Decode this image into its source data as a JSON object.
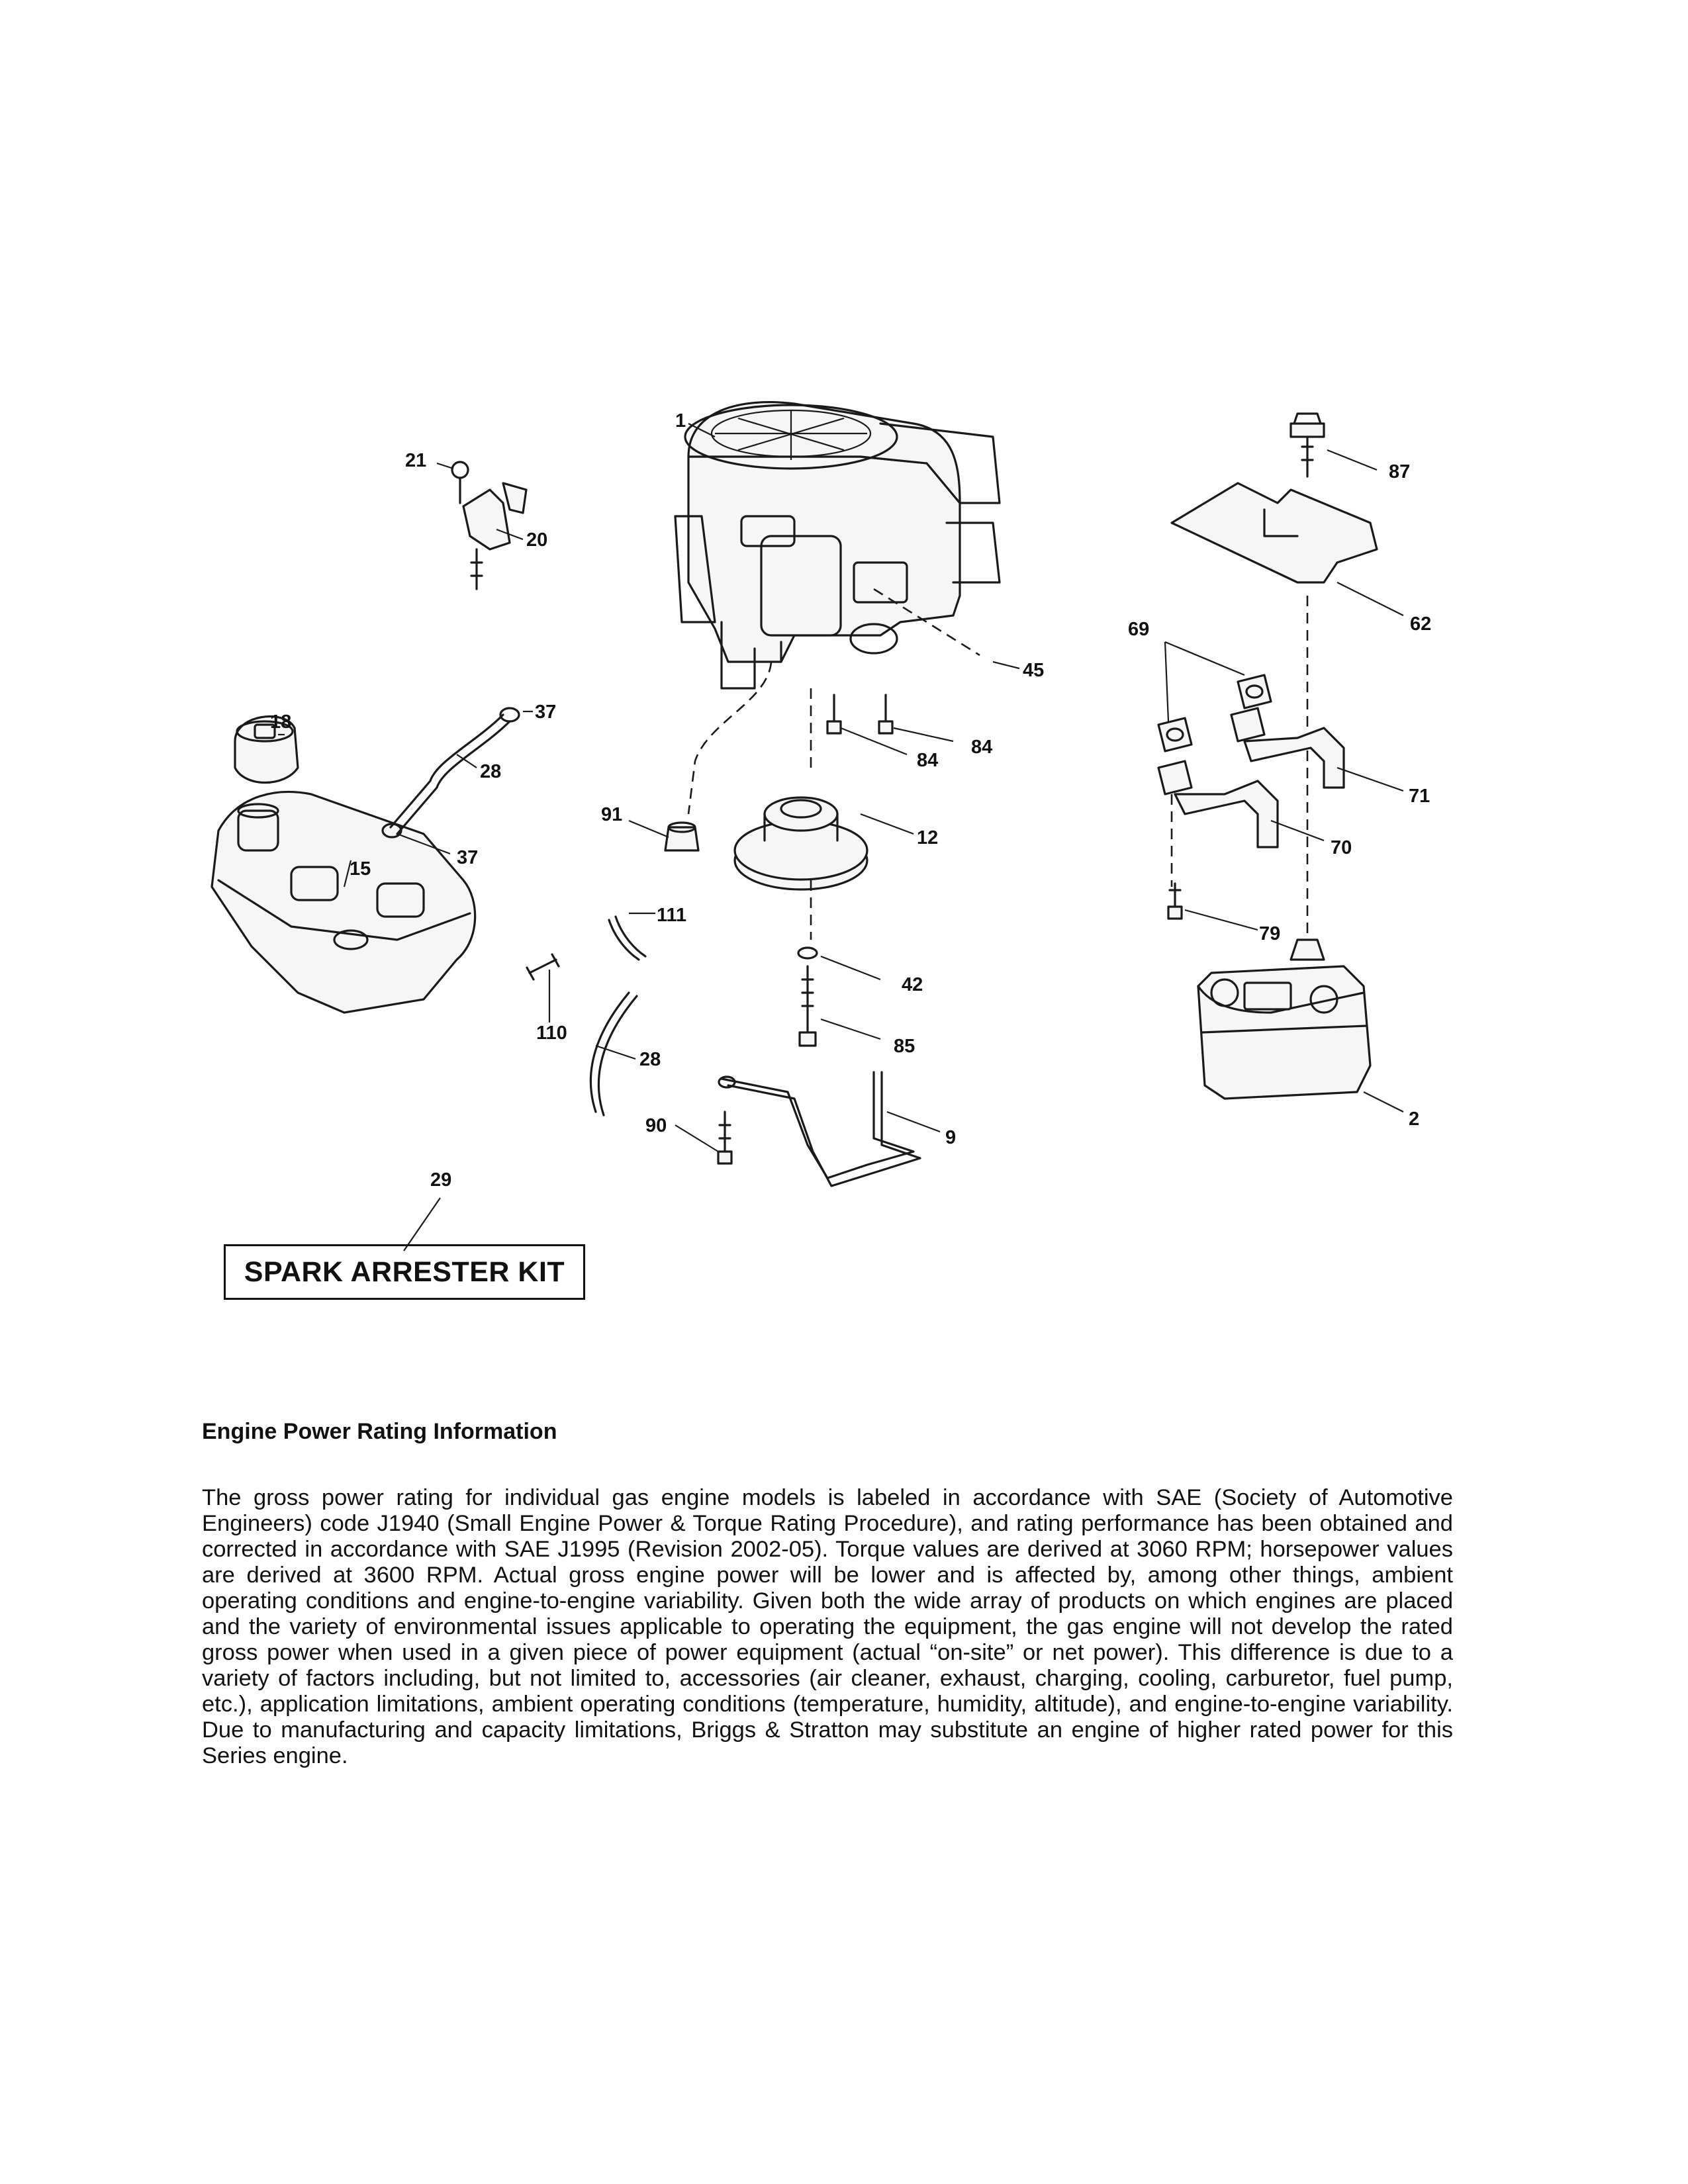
{
  "callouts": {
    "c1": "1",
    "c2": "2",
    "c9": "9",
    "c12": "12",
    "c15": "15",
    "c18": "18",
    "c20": "20",
    "c21": "21",
    "c28a": "28",
    "c28b": "28",
    "c29": "29",
    "c37a": "37",
    "c37b": "37",
    "c42": "42",
    "c45": "45",
    "c62": "62",
    "c69": "69",
    "c70": "70",
    "c71": "71",
    "c79": "79",
    "c84a": "84",
    "c84b": "84",
    "c85": "85",
    "c87": "87",
    "c90": "90",
    "c91": "91",
    "c110": "110",
    "c111": "111"
  },
  "kit_label": "SPARK ARRESTER KIT",
  "info": {
    "heading": "Engine Power Rating Information",
    "body": "The gross power rating for individual gas engine models is labeled in accordance with SAE (Society of Automotive Engineers) code J1940 (Small Engine Power & Torque Rating Procedure), and rating performance has been obtained and corrected in accordance with SAE J1995 (Revision 2002-05). Torque values are derived at 3060 RPM; horsepower values are derived at 3600 RPM. Actual gross engine power will be lower and is affected by, among other things, ambient operating conditions and engine-to-engine variability. Given both the wide array of products on which engines are placed and the variety of environmental issues applicable to operating the equipment, the gas engine will not develop the rated gross power when used in a given piece of power equipment (actual “on-site” or net power). This difference is due to a variety of factors including, but not limited to, accessories (air cleaner, exhaust, charging, cooling, carburetor, fuel pump, etc.), application limitations, ambient operating conditions (temperature, humidity, altitude), and engine-to-engine variability. Due to manufacturing and capacity limitations, Briggs & Stratton may substitute an engine of higher rated power for this Series engine."
  }
}
